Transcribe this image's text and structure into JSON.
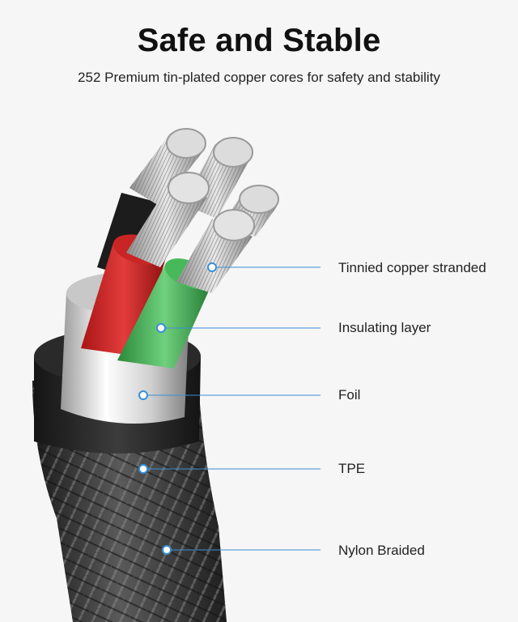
{
  "header": {
    "title": "Safe and Stable",
    "subtitle": "252 Premium tin-plated copper cores for safety and stability"
  },
  "callouts": [
    {
      "label": "Tinnied copper stranded"
    },
    {
      "label": "Insulating layer"
    },
    {
      "label": "Foil"
    },
    {
      "label": "TPE"
    },
    {
      "label": "Nylon Braided"
    }
  ],
  "colors": {
    "background": "#f6f6f6",
    "leader_line": "#3a8fd6",
    "wire_red": "#d42a2a",
    "wire_green": "#3bb04f",
    "wire_black": "#1c1c1c",
    "foil": "#d9d9d9",
    "braid": "#3a3a3a"
  }
}
